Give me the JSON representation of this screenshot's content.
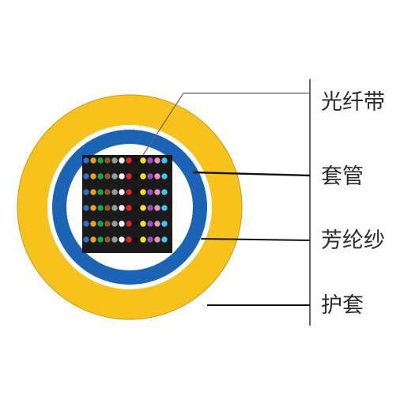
{
  "labels": {
    "ribbon": "光纤带",
    "tube": "套管",
    "aramid": "芳纶纱",
    "jacket": "护套"
  },
  "colors": {
    "jacket": "#F6C21B",
    "aramid": "#FFFFFF",
    "tube": "#1B63B5",
    "inner": "#FFFFFF",
    "leader": "#111111",
    "bracket": "#333333",
    "ribbon_bg": "#1A1A1A"
  },
  "fiber_colors": [
    "#2F6FD3",
    "#F39A1E",
    "#19A34A",
    "#8B5A2B",
    "#9A9A9A",
    "#F4F4F4",
    "#E32121",
    "#111111",
    "#F7E51F",
    "#9B4FBF",
    "#F48FB4",
    "#39C6E8"
  ],
  "ribbon_grid": {
    "rows": 6,
    "cols": 12
  }
}
